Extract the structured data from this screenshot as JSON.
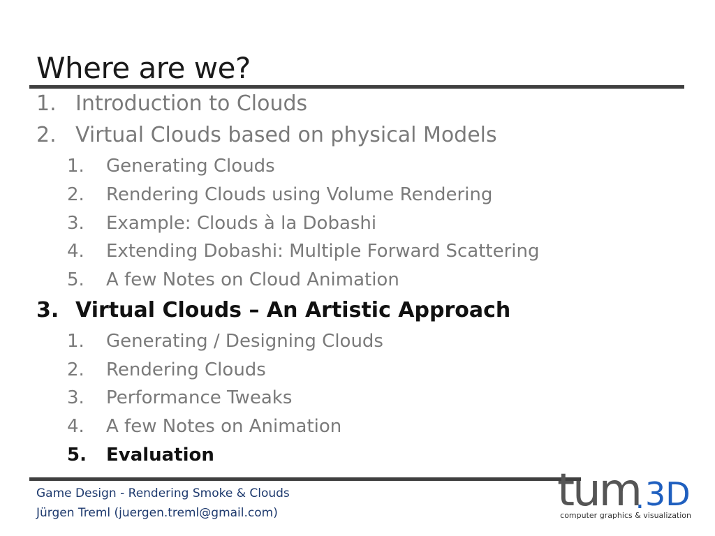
{
  "slide": {
    "title": "Where are we?",
    "outline": [
      {
        "number": "1.",
        "label": "Introduction to Clouds",
        "level": 1,
        "active": false
      },
      {
        "number": "2.",
        "label": "Virtual Clouds based on physical Models",
        "level": 1,
        "active": false
      },
      {
        "number": "1.",
        "label": "Generating Clouds",
        "level": 2,
        "active": false
      },
      {
        "number": "2.",
        "label": "Rendering Clouds using Volume Rendering",
        "level": 2,
        "active": false
      },
      {
        "number": "3.",
        "label": "Example: Clouds à la Dobashi",
        "level": 2,
        "active": false
      },
      {
        "number": "4.",
        "label": "Extending Dobashi: Multiple Forward Scattering",
        "level": 2,
        "active": false
      },
      {
        "number": "5.",
        "label": "A few Notes on Cloud Animation",
        "level": 2,
        "active": false
      },
      {
        "number": "3.",
        "label": "Virtual Clouds – An Artistic Approach",
        "level": 1,
        "active": true
      },
      {
        "number": "1.",
        "label": "Generating / Designing Clouds",
        "level": 2,
        "active": false
      },
      {
        "number": "2.",
        "label": "Rendering Clouds",
        "level": 2,
        "active": false
      },
      {
        "number": "3.",
        "label": "Performance Tweaks",
        "level": 2,
        "active": false
      },
      {
        "number": "4.",
        "label": "A few Notes on Animation",
        "level": 2,
        "active": false
      },
      {
        "number": "5.",
        "label": "Evaluation",
        "level": 2,
        "active": true
      }
    ]
  },
  "footer": {
    "course": "Game Design - Rendering Smoke & Clouds",
    "author": "Jürgen Treml (juergen.treml@gmail.com)"
  },
  "logo": {
    "wordmark_left": "tum",
    "wordmark_dot": ".",
    "wordmark_right": "3D",
    "caption": "computer graphics & visualization",
    "colors": {
      "dark": "#555555",
      "accent": "#1f5fbf"
    }
  },
  "colors": {
    "active_text": "#111111",
    "inactive_text": "#7a7a7a",
    "rule": "#3f3f3f",
    "footer_text": "#1e3a6e"
  }
}
